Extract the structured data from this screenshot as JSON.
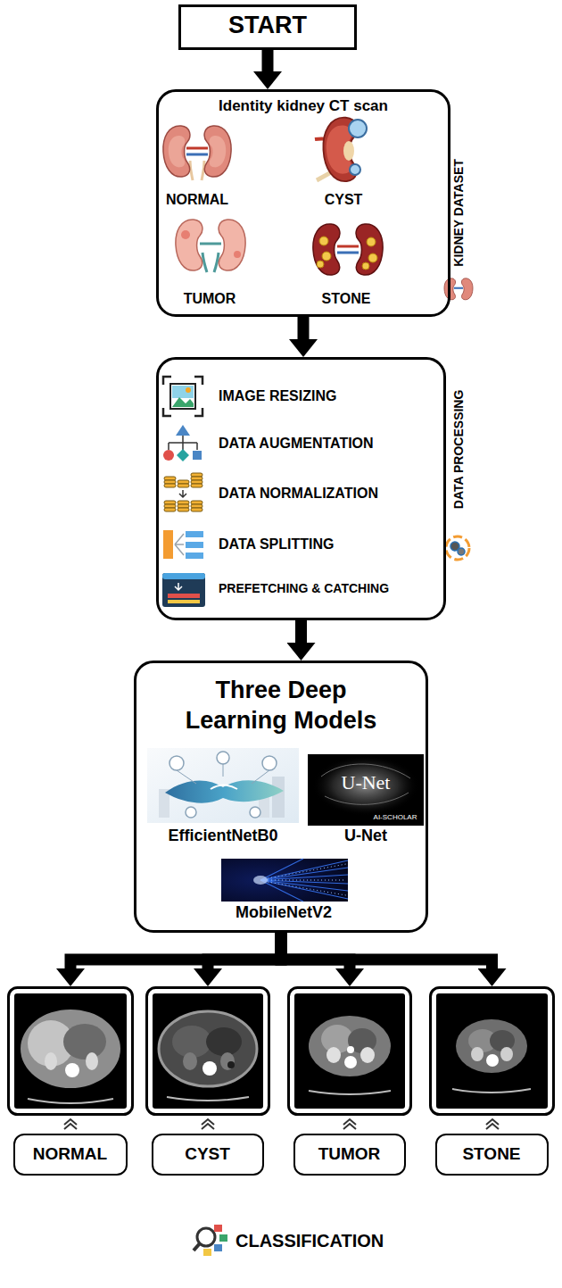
{
  "diagram": {
    "nodes": [
      {
        "text": [
          "START"
        ]
      },
      {
        "text": [
          "Identity kidney CT scan",
          "NORMAL",
          "CYST",
          "TUMOR",
          "STONE"
        ]
      },
      {
        "text": [
          "IMAGE RESIZING",
          "DATA AUGMENTATION",
          "DATA NORMALIZATION",
          "DATA SPLITTING",
          "PREFETCHING & CATCHING"
        ]
      },
      {
        "text": [
          "Three Deep Learning Models",
          "EfficientNetB0",
          "U-Net",
          "MobileNetV2"
        ]
      },
      {
        "text": [
          "NORMAL"
        ]
      },
      {
        "text": [
          "CYST"
        ]
      },
      {
        "text": [
          "TUMOR"
        ]
      },
      {
        "text": [
          "STONE"
        ]
      }
    ],
    "edges": [
      {
        "from": 0,
        "to": 1,
        "arrow": "to"
      },
      {
        "from": 1,
        "to": 2,
        "arrow": "to"
      },
      {
        "from": 2,
        "to": 3,
        "arrow": "to"
      },
      {
        "from": 3,
        "to": 4,
        "arrow": "to"
      },
      {
        "from": 3,
        "to": 5,
        "arrow": "to"
      },
      {
        "from": 3,
        "to": 6,
        "arrow": "to"
      },
      {
        "from": 3,
        "to": 7,
        "arrow": "to"
      }
    ],
    "labels": [
      "KIDNEY DATASET",
      "DATA PROCESSING",
      "U-Net",
      "AI-SCHOLAR",
      "CLASSIFICATION"
    ]
  }
}
